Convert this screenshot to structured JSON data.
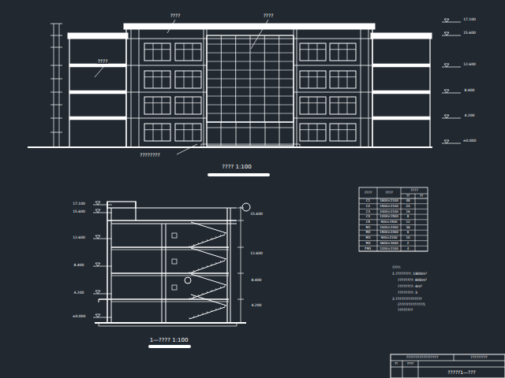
{
  "diagram": {
    "labels": [
      "????",
      "????",
      "????",
      "????????",
      "???? 1:100",
      "1—???? 1:100",
      "17.100",
      "15.600",
      "12.600",
      "8.400",
      "4.200",
      "±0.000",
      "15.600",
      "12.600",
      "8.400",
      "4.200",
      "17.100",
      "15.600",
      "12.600",
      "8.400",
      "4.200",
      "±0.000",
      "????",
      "????",
      "????",
      "??",
      "??",
      "C1",
      "1800×2100",
      "48",
      "C2",
      "1500×2100",
      "24",
      "C3",
      "2400×2100",
      "16",
      "C4",
      "1200×1500",
      "8",
      "C5",
      "900×1500",
      "12",
      "M1",
      "1000×2400",
      "36",
      "M2",
      "1500×2400",
      "6",
      "M3",
      "900×2100",
      "10",
      "M4",
      "3600×3000",
      "2",
      "FM1",
      "1200×2100",
      "4",
      "????:",
      "1.????????: 1800m²",
      "????????: 800m²",
      "????????: 4m²",
      "????????: 3",
      "2.??????????????",
      "(?????????????)",
      "????????",
      "?????????????????",
      "?????????",
      "??",
      "????",
      "?????1—???"
    ]
  }
}
